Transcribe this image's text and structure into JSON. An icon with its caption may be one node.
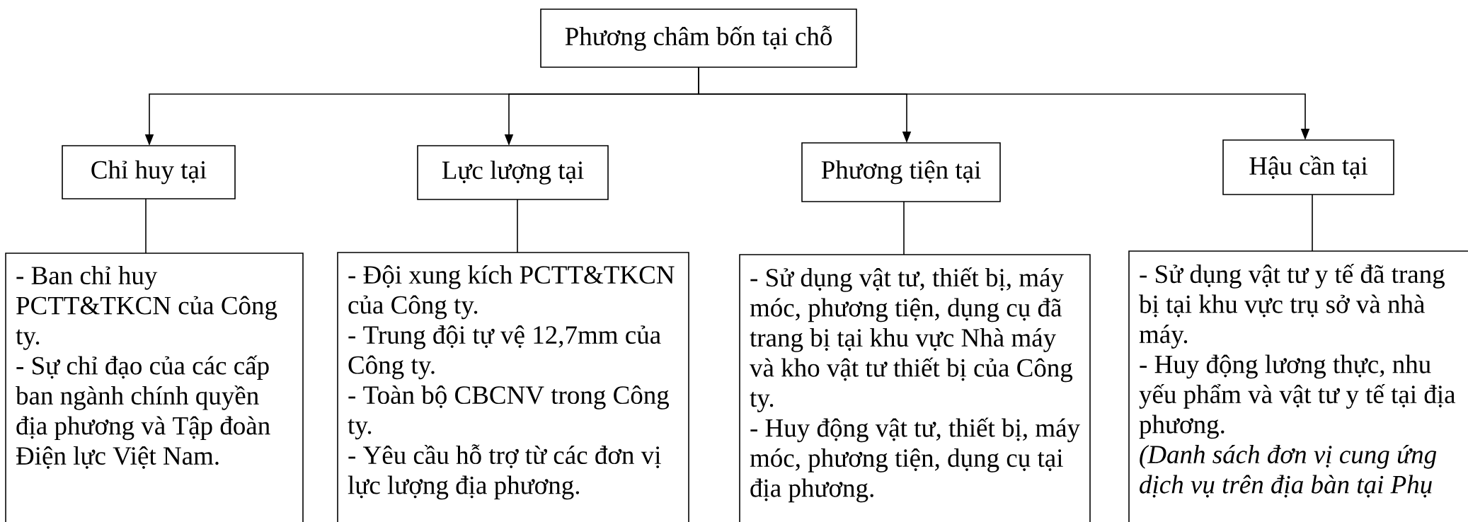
{
  "diagram": {
    "nodes": [
      {
        "text": [
          "Phương châm bốn tại chỗ"
        ]
      },
      {
        "text": [
          "Chỉ huy tại"
        ]
      },
      {
        "text": [
          "Lực lượng tại"
        ]
      },
      {
        "text": [
          "Phương tiện tại"
        ]
      },
      {
        "text": [
          "Hậu cần tại"
        ]
      },
      {
        "text": [
          "- Ban chỉ huy PCTT&TKCN của Công ty.",
          "- Sự chỉ đạo của các cấp ban ngành chính quyền địa phương và Tập đoàn Điện lực Việt Nam."
        ]
      },
      {
        "text": [
          "- Đội xung kích PCTT&TKCN của Công ty.",
          "- Trung đội tự vệ 12,7mm của Công ty.",
          "- Toàn bộ CBCNV trong Công ty.",
          "- Yêu cầu hỗ trợ từ các đơn vị lực lượng địa phương."
        ]
      },
      {
        "text": [
          "- Sử dụng vật tư, thiết bị, máy móc, phương tiện, dụng cụ đã trang bị tại khu vực Nhà máy và kho vật tư thiết bị của Công ty.",
          "- Huy động vật tư, thiết bị, máy móc, phương tiện, dụng cụ tại địa phương."
        ]
      },
      {
        "text": [
          "- Sử dụng vật tư y tế đã trang bị tại khu vực trụ sở và nhà máy.",
          "- Huy động lương thực, nhu yếu phẩm và vật tư y tế tại địa phương.",
          "*(Danh sách đơn vị cung ứng dịch vụ trên địa bàn tại Phụ*"
        ]
      }
    ],
    "edges": [
      {
        "from": 0,
        "to": 1,
        "arrow": "to"
      },
      {
        "from": 0,
        "to": 2,
        "arrow": "to"
      },
      {
        "from": 0,
        "to": 3,
        "arrow": "to"
      },
      {
        "from": 0,
        "to": 4,
        "arrow": "to"
      },
      {
        "from": 1,
        "to": 5,
        "arrow": "none"
      },
      {
        "from": 2,
        "to": 6,
        "arrow": "none"
      },
      {
        "from": 3,
        "to": 7,
        "arrow": "none"
      },
      {
        "from": 4,
        "to": 8,
        "arrow": "none"
      }
    ]
  }
}
